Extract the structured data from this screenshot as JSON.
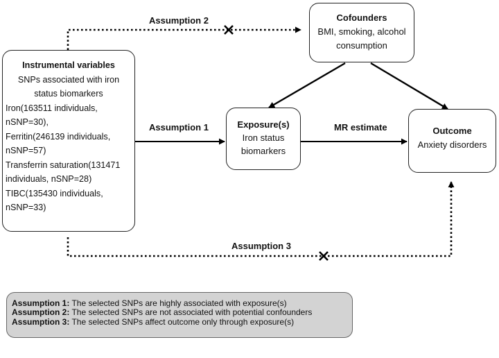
{
  "instrumental_variables": {
    "title": "Instrumental variables",
    "subtitle_lines": [
      "SNPs associated with iron",
      "status biomarkers"
    ],
    "items": [
      "Iron(163511 individuals,",
      "nSNP=30),",
      "Ferritin(246139 individuals,",
      "nSNP=57)",
      "Transferrin saturation(131471",
      "individuals, nSNP=28)",
      "TIBC(135430 individuals,",
      "nSNP=33)"
    ]
  },
  "confounders": {
    "title": "Cofounders",
    "lines": [
      "BMI, smoking, alcohol",
      "consumption"
    ]
  },
  "exposure": {
    "title": "Exposure(s)",
    "lines": [
      "Iron status",
      "biomarkers"
    ]
  },
  "outcome": {
    "title": "Outcome",
    "lines": [
      "Anxiety disorders"
    ]
  },
  "edge_labels": {
    "assumption1": "Assumption 1",
    "assumption2": "Assumption 2",
    "assumption3": "Assumption 3",
    "mr_estimate": "MR estimate"
  },
  "legend": [
    {
      "key": "Assumption 1:",
      "text": " The selected SNPs are highly associated with exposure(s)"
    },
    {
      "key": "Assumption 2:",
      "text": " The selected SNPs are not associated with potential confounders"
    },
    {
      "key": "Assumption 3:",
      "text": " The selected SNPs affect outcome only through exposure(s)"
    }
  ],
  "colors": {
    "line": "#000000",
    "legend_background": "#d3d3d3"
  }
}
